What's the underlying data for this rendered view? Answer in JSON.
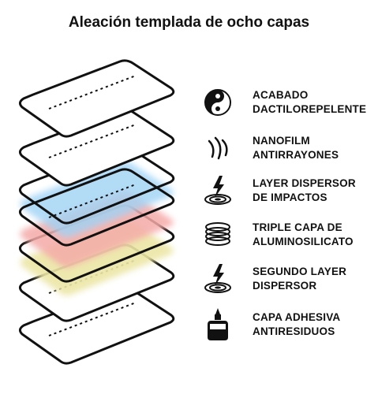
{
  "title": "Aleación templada de ocho capas",
  "features": [
    {
      "icon": "yin-yang-icon",
      "label": "ACABADO\nDACTILOREPELENTE"
    },
    {
      "icon": "scratch-lines-icon",
      "label": "NANOFILM\nANTIRRAYONES"
    },
    {
      "icon": "impact-bolt-icon",
      "label": "LAYER DISPERSOR\nDE IMPACTOS"
    },
    {
      "icon": "stacked-rings-icon",
      "label": "TRIPLE CAPA DE\nALUMINOSILICATO"
    },
    {
      "icon": "impact-bolt-icon",
      "label": "SEGUNDO LAYER\nDISPERSOR"
    },
    {
      "icon": "glue-bottle-icon",
      "label": "CAPA ADHESIVA\nANTIRESIDUOS"
    }
  ],
  "colors": {
    "outline": "#111111",
    "blue_layer": "#9fd3f5",
    "pink_layer": "#f4aaa8",
    "yellow_layer": "#ece6a6"
  }
}
